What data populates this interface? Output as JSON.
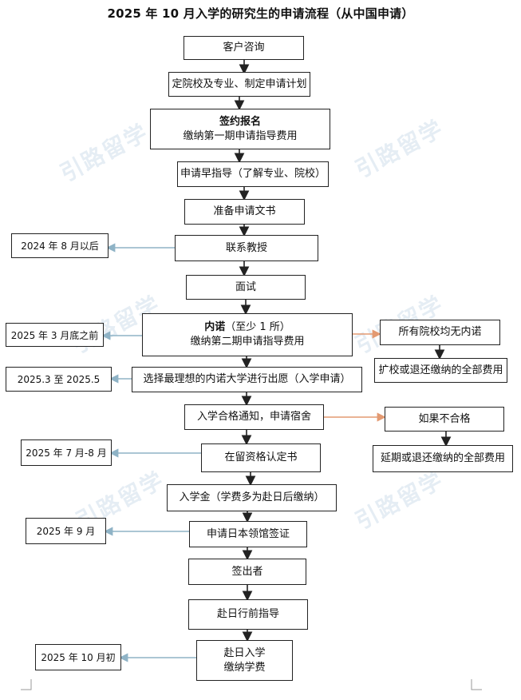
{
  "title": "2025 年 10 月入学的研究生的申请流程（从中国申请）",
  "steps": {
    "consult": "客户咨询",
    "plan": "定院校及专业、制定申请计划",
    "sign_title": "签约报名",
    "sign_fee": "缴纳第一期申请指导费用",
    "guidance": "申请早指导（了解专业、院校）",
    "documents": "准备申请文书",
    "contact": "联系教授",
    "interview": "面试",
    "offer_title": "内诺",
    "offer_note": "（至少 1 所）",
    "offer_fee": "缴纳第二期申请指导费用",
    "choose": "选择最理想的内诺大学进行出愿（入学申请）",
    "admission": "入学合格通知，申请宿舍",
    "coe": "在留资格认定书",
    "entrance_fee": "入学金（学费多为赴日后缴纳）",
    "visa": "申请日本领馆签证",
    "depart_check": "签出者",
    "pre_departure": "赴日行前指导",
    "arrive": "赴日入学",
    "tuition": "缴纳学费"
  },
  "side_dates": {
    "contact": "2024 年 8 月以后",
    "offer": "2025 年 3 月底之前",
    "choose": "2025.3 至 2025.5",
    "coe": "2025 年 7 月-8 月",
    "visa": "2025 年 9 月",
    "arrive": "2025 年 10 月初"
  },
  "branches": {
    "no_offer": "所有院校均无内诺",
    "no_offer_result": "扩校或退还缴纳的全部费用",
    "fail": "如果不合格",
    "fail_result": "延期或退还缴纳的全部费用"
  },
  "watermark": "引路留学",
  "colors": {
    "arrow_main": "#222222",
    "arrow_side": "#8fb3c6",
    "arrow_branch": "#e39a72"
  }
}
